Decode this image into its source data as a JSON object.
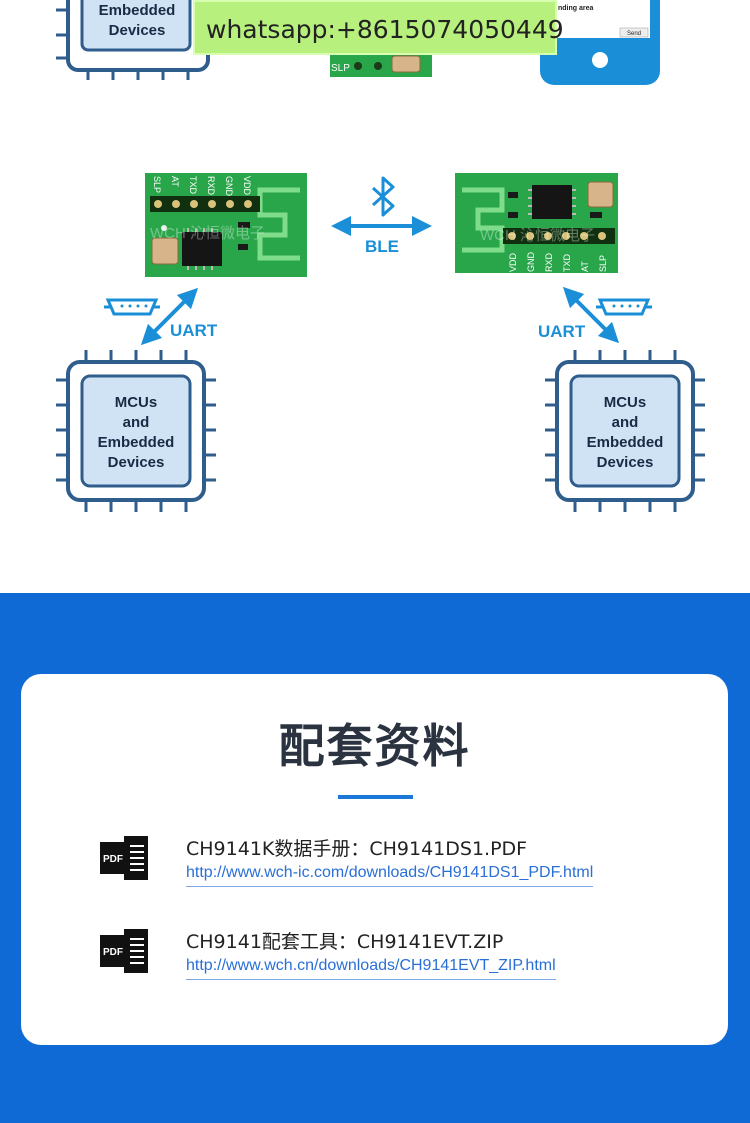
{
  "top_cutoff": {
    "chip_label_line1": "Embedded",
    "chip_label_line2": "Devices",
    "module_pin_label": "SLP",
    "phone_text": "nding area",
    "phone_button": "Send"
  },
  "watermark": "whatsapp:+8615074050449",
  "diagram": {
    "ble_label": "BLE",
    "left_uart_label": "UART",
    "right_uart_label": "UART",
    "left_module_pins": [
      "SLP",
      "AT",
      "TXD",
      "RXD",
      "GND",
      "VDD"
    ],
    "right_module_pins": [
      "VDD",
      "GND",
      "RXD",
      "TXD",
      "AT",
      "SLP"
    ],
    "module_brand_watermark": "WCH 沁恒微电子",
    "left_device": {
      "line1": "MCUs",
      "line2": "and",
      "line3": "Embedded",
      "line4": "Devices"
    },
    "right_device": {
      "line1": "MCUs",
      "line2": "and",
      "line3": "Embedded",
      "line4": "Devices"
    }
  },
  "resources": {
    "title": "配套资料",
    "items": [
      {
        "name": "CH9141K数据手册：CH9141DS1.PDF",
        "url": "http://www.wch-ic.com/downloads/CH9141DS1_PDF.html",
        "icon_text": "PDF"
      },
      {
        "name": "CH9141配套工具：CH9141EVT.ZIP",
        "url": "http://www.wch.cn/downloads/CH9141EVT_ZIP.html",
        "icon_text": "PDF"
      }
    ]
  },
  "colors": {
    "chip_outline": "#2f5d8c",
    "chip_fill": "#cfe3f5",
    "pcb_green": "#2aa64a",
    "arrow_blue": "#1a8fd8",
    "section_blue": "#0f6ad6",
    "link_blue": "#2a6fd6"
  }
}
